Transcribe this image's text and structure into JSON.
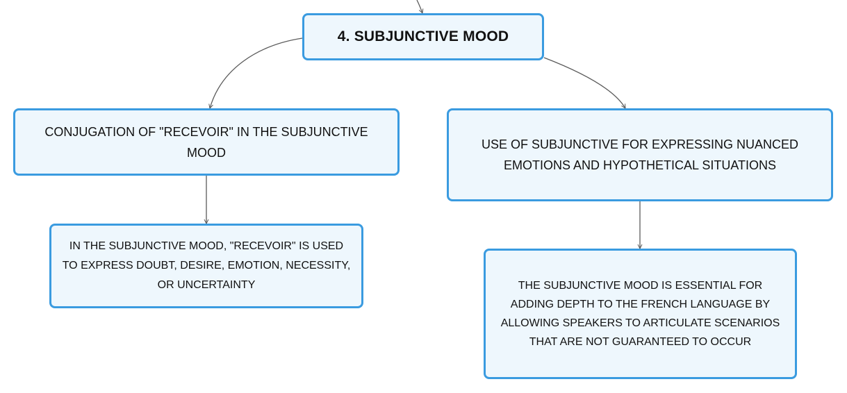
{
  "diagram": {
    "root": {
      "label": "4. SUBJUNCTIVE MOOD"
    },
    "branches": [
      {
        "label": "CONJUGATION OF \"RECEVOIR\" IN THE SUBJUNCTIVE MOOD",
        "child": {
          "label": "IN THE SUBJUNCTIVE MOOD, \"RECEVOIR\" IS USED TO EXPRESS DOUBT, DESIRE, EMOTION, NECESSITY, OR UNCERTAINTY"
        }
      },
      {
        "label": "USE OF SUBJUNCTIVE FOR EXPRESSING NUANCED EMOTIONS AND HYPOTHETICAL SITUATIONS",
        "child": {
          "label": "THE SUBJUNCTIVE MOOD IS ESSENTIAL FOR ADDING DEPTH TO THE FRENCH LANGUAGE BY ALLOWING SPEAKERS TO ARTICULATE SCENARIOS THAT ARE NOT GUARANTEED TO OCCUR"
        }
      }
    ],
    "colors": {
      "node_border": "#3a9be0",
      "node_fill": "#eef7fd",
      "connector": "#5a5a5a",
      "text": "#111111"
    }
  }
}
